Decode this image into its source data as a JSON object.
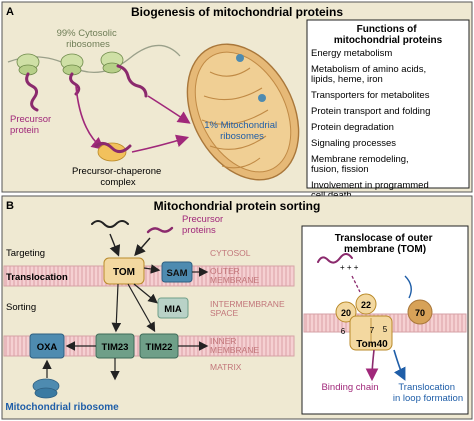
{
  "colors": {
    "panel_bg": "#efe9d2",
    "panel_border": "#555555",
    "ribosome": "#cfe0a6",
    "precursor": "#8b2a6d",
    "mito_fill": "#e6b977",
    "mito_inner": "#f0cf94",
    "membrane": "#f0c4c7",
    "arrow_purple": "#a0287a",
    "tom": "#f3d8a0",
    "sam": "#4e8bb0",
    "mia": "#b9d2c7",
    "tim23": "#6f9f88",
    "tim22": "#6f9f88",
    "oxa": "#4e8bb0",
    "blue_text": "#1f5ea8",
    "purple_text": "#a0287a",
    "compartment_text": "#c2767a"
  },
  "panel_a": {
    "label": "A",
    "title": "Biogenesis of mitochondrial proteins",
    "cytosolic_line1": "99% Cytosolic",
    "cytosolic_line2": "ribosomes",
    "precursor_line1": "Precursor",
    "precursor_line2": "protein",
    "complex_line1": "Precursor-chaperone",
    "complex_line2": "complex",
    "mito_ribo_line1": "1% Mitochondrial",
    "mito_ribo_line2": "ribosomes",
    "functions_title_line1": "Functions of",
    "functions_title_line2": "mitochondrial proteins",
    "functions": [
      [
        "Energy metabolism"
      ],
      [
        "Metabolism of amino acids,",
        "lipids, heme, iron"
      ],
      [
        "Transporters for metabolites"
      ],
      [
        "Protein transport and folding"
      ],
      [
        "Protein degradation"
      ],
      [
        "Signaling processes"
      ],
      [
        "Membrane remodeling,",
        "fusion, fission"
      ],
      [
        "Involvement in programmed",
        "cell death"
      ]
    ]
  },
  "panel_b": {
    "label": "B",
    "title": "Mitochondrial protein sorting",
    "precursor_line1": "Precursor",
    "precursor_line2": "proteins",
    "targeting": "Targeting",
    "translocation": "Translocation",
    "sorting": "Sorting",
    "cytosol": "CYTOSOL",
    "outer_line1": "OUTER",
    "outer_line2": "MEMBRANE",
    "ims_line1": "INTERMEMBRANE",
    "ims_line2": "SPACE",
    "inner_line1": "INNER",
    "inner_line2": "MEMBRANE",
    "matrix": "MATRIX",
    "tom": "TOM",
    "sam": "SAM",
    "mia": "MIA",
    "tim23": "TIM23",
    "tim22": "TIM22",
    "oxa": "OXA",
    "mito_ribosome": "Mitochondrial ribosome",
    "inset_title_line1": "Translocase of outer",
    "inset_title_line2": "membrane (TOM)",
    "sub20": "20",
    "sub22": "22",
    "sub70": "70",
    "sub6": "6",
    "sub7": "7",
    "sub5": "5",
    "tom40": "Tom40",
    "plus_signs": "+ + +",
    "binding_chain": "Binding chain",
    "loop_line1": "Translocation",
    "loop_line2": "in loop formation"
  }
}
